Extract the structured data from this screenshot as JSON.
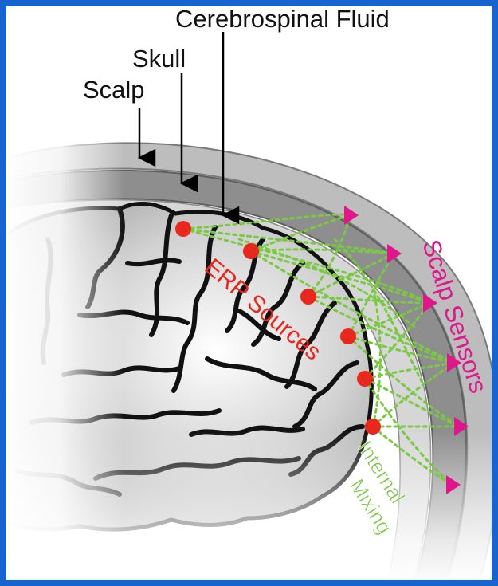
{
  "labels": {
    "cerebrospinal_fluid": "Cerebrospinal Fluid",
    "skull": "Skull",
    "scalp": "Scalp",
    "scalp_sensors": "Scalp Sensors",
    "erp_sources": "ERP Sources",
    "internal_mixing_line1": "Internal",
    "internal_mixing_line2": "Mixing"
  },
  "colors": {
    "frame": "#1764cf",
    "source_dots": "#e8281f",
    "source_label": "#e8281f",
    "sensors": "#e0168c",
    "mixing": "#7ac943",
    "skull_band": "#8e8e8e",
    "csf_band": "#d3d3d3",
    "scalp_band": "#a8a8a8",
    "brain_outline": "#111111"
  },
  "icons": {
    "source": "red-dot-icon",
    "sensor": "magenta-triangle-icon",
    "pointer": "down-arrow-icon"
  }
}
